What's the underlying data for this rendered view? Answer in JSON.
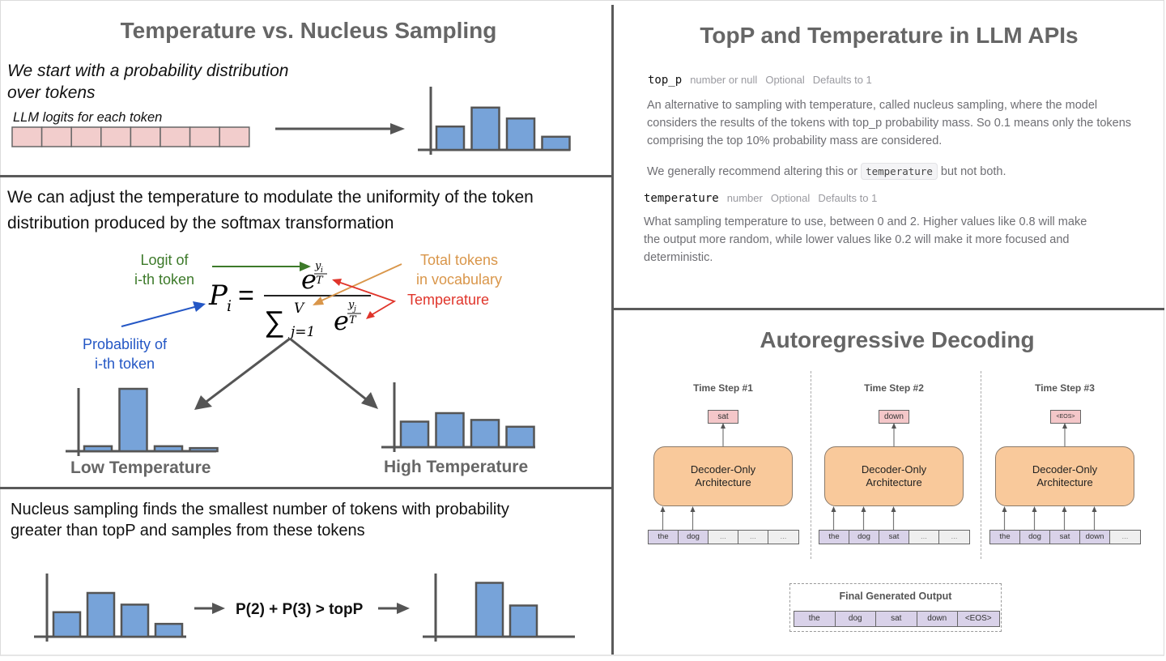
{
  "left_panel": {
    "title": "Temperature vs. Nucleus Sampling",
    "section1": {
      "intro_line1": "We start with a probability distribution",
      "intro_line2": "over tokens",
      "logits_label": "LLM logits for each token",
      "logit_cells": 8,
      "distribution": [
        0.32,
        0.58,
        0.43,
        0.18
      ]
    },
    "section2": {
      "text_line1": "We can adjust the temperature to modulate the uniformity of the token",
      "text_line2": "distribution produced by the softmax transformation",
      "annotations": {
        "logit_line1": "Logit of",
        "logit_line2": "i-th token",
        "total_line1": "Total tokens",
        "total_line2": "in vocabulary",
        "temperature": "Temperature",
        "prob_line1": "Probability of",
        "prob_line2": "i-th token"
      },
      "formula": {
        "lhs": "P",
        "lhs_sub": "i",
        "equals": "=",
        "num_base": "e",
        "num_exp_top": "y",
        "num_exp_top_sub": "i",
        "exp_denom": "T",
        "sum": "∑",
        "sum_upper": "V",
        "sum_lower": "j=1",
        "den_base": "e",
        "den_exp_top": "y",
        "den_exp_top_sub": "j"
      },
      "colors": {
        "logit": "#3d7a2a",
        "total": "#d9964a",
        "temperature": "#e0352b",
        "probability": "#2457c5"
      },
      "low_temp": {
        "label": "Low Temperature",
        "distribution": [
          0.08,
          1.0,
          0.08,
          0.05
        ]
      },
      "high_temp": {
        "label": "High Temperature",
        "distribution": [
          0.45,
          0.6,
          0.48,
          0.36
        ]
      }
    },
    "section3": {
      "text_line1": "Nucleus sampling finds the smallest number of tokens with probability",
      "text_line2": "greater than topP and samples from these tokens",
      "before_distribution": [
        0.42,
        0.75,
        0.55,
        0.22
      ],
      "condition": "P(2) + P(3) > topP",
      "after_distribution": [
        0,
        0.95,
        0.55,
        0
      ]
    }
  },
  "api_panel": {
    "title": "TopP and Temperature in LLM APIs",
    "top_p": {
      "name": "top_p",
      "type": "number or null",
      "optional": "Optional",
      "default": "Defaults to 1",
      "desc_line1": "An alternative to sampling with temperature, called nucleus sampling, where the model",
      "desc_line2": "considers the results of the tokens with top_p probability mass. So 0.1 means only the tokens",
      "desc_line3": "comprising the top 10% probability mass are considered.",
      "recommend_prefix": "We generally recommend altering this or",
      "recommend_code": "temperature",
      "recommend_suffix": "but not both."
    },
    "temperature": {
      "name": "temperature",
      "type": "number",
      "optional": "Optional",
      "default": "Defaults to 1",
      "desc_line1": "What sampling temperature to use, between 0 and 2. Higher values like 0.8 will make",
      "desc_line2": "the output more random, while lower values like 0.2 will make it more focused and",
      "desc_line3": "deterministic."
    }
  },
  "decoding_panel": {
    "title": "Autoregressive Decoding",
    "decoder_line1": "Decoder-Only",
    "decoder_line2": "Architecture",
    "steps": [
      {
        "title": "Time Step #1",
        "output": "sat",
        "tokens": [
          "the",
          "dog",
          "...",
          "...",
          "..."
        ],
        "filled": 2
      },
      {
        "title": "Time Step #2",
        "output": "down",
        "tokens": [
          "the",
          "dog",
          "sat",
          "...",
          "..."
        ],
        "filled": 3
      },
      {
        "title": "Time Step #3",
        "output": "<EOS>",
        "tokens": [
          "the",
          "dog",
          "sat",
          "down",
          "..."
        ],
        "filled": 4
      }
    ],
    "final": {
      "title": "Final Generated Output",
      "tokens": [
        "the",
        "dog",
        "sat",
        "down",
        "<EOS>"
      ]
    }
  }
}
